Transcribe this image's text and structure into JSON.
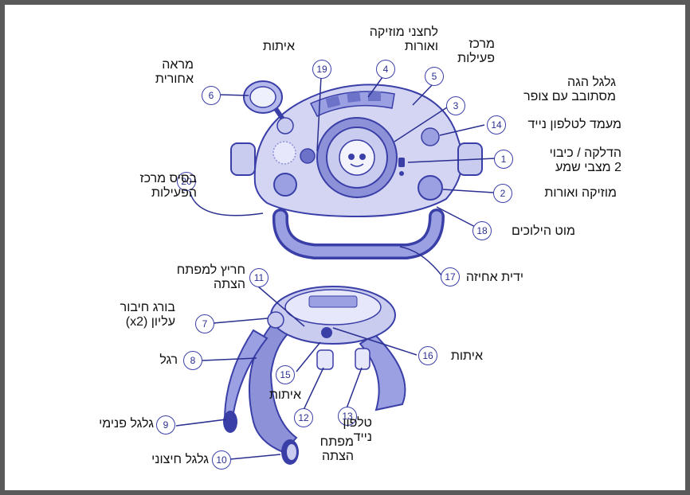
{
  "callouts": [
    {
      "num": "1",
      "label": "הדלקה / כיבוי\n2 מצבי שמע"
    },
    {
      "num": "2",
      "label": "מוזיקה ואורות"
    },
    {
      "num": "3",
      "label": "גלגל הגה\nמסתובב עם צופר"
    },
    {
      "num": "4",
      "label": "לחצני מוזיקה\nואורות"
    },
    {
      "num": "5",
      "label": "מרכז\nפעילות"
    },
    {
      "num": "6",
      "label": "מראה\nאחורית"
    },
    {
      "num": "7",
      "label": "בורג חיבור\nעליון (x2)"
    },
    {
      "num": "8",
      "label": "רגל"
    },
    {
      "num": "9",
      "label": "גלגל פנימי"
    },
    {
      "num": "10",
      "label": "גלגל חיצוני"
    },
    {
      "num": "11",
      "label": "חריץ למפתח\nהצתה"
    },
    {
      "num": "12",
      "label": "מפתח\nהצתה"
    },
    {
      "num": "13",
      "label": "טלפון\nנייד"
    },
    {
      "num": "14",
      "label": "מעמד לטלפון נייד"
    },
    {
      "num": "15",
      "label": "איתות"
    },
    {
      "num": "16",
      "label": "איתות"
    },
    {
      "num": "17",
      "label": "ידית אחיזה"
    },
    {
      "num": "18",
      "label": "מוט הילוכים"
    },
    {
      "num": "19",
      "label": "איתות"
    },
    {
      "num": "20",
      "label": "בסיס מרכז\nהפעילות"
    }
  ],
  "colors": {
    "frame": "#5a5a5a",
    "toy_fill": "#c9cbef",
    "toy_dark": "#7a7fd0",
    "toy_outline": "#3a3fa8",
    "leader": "#2a2f90"
  }
}
